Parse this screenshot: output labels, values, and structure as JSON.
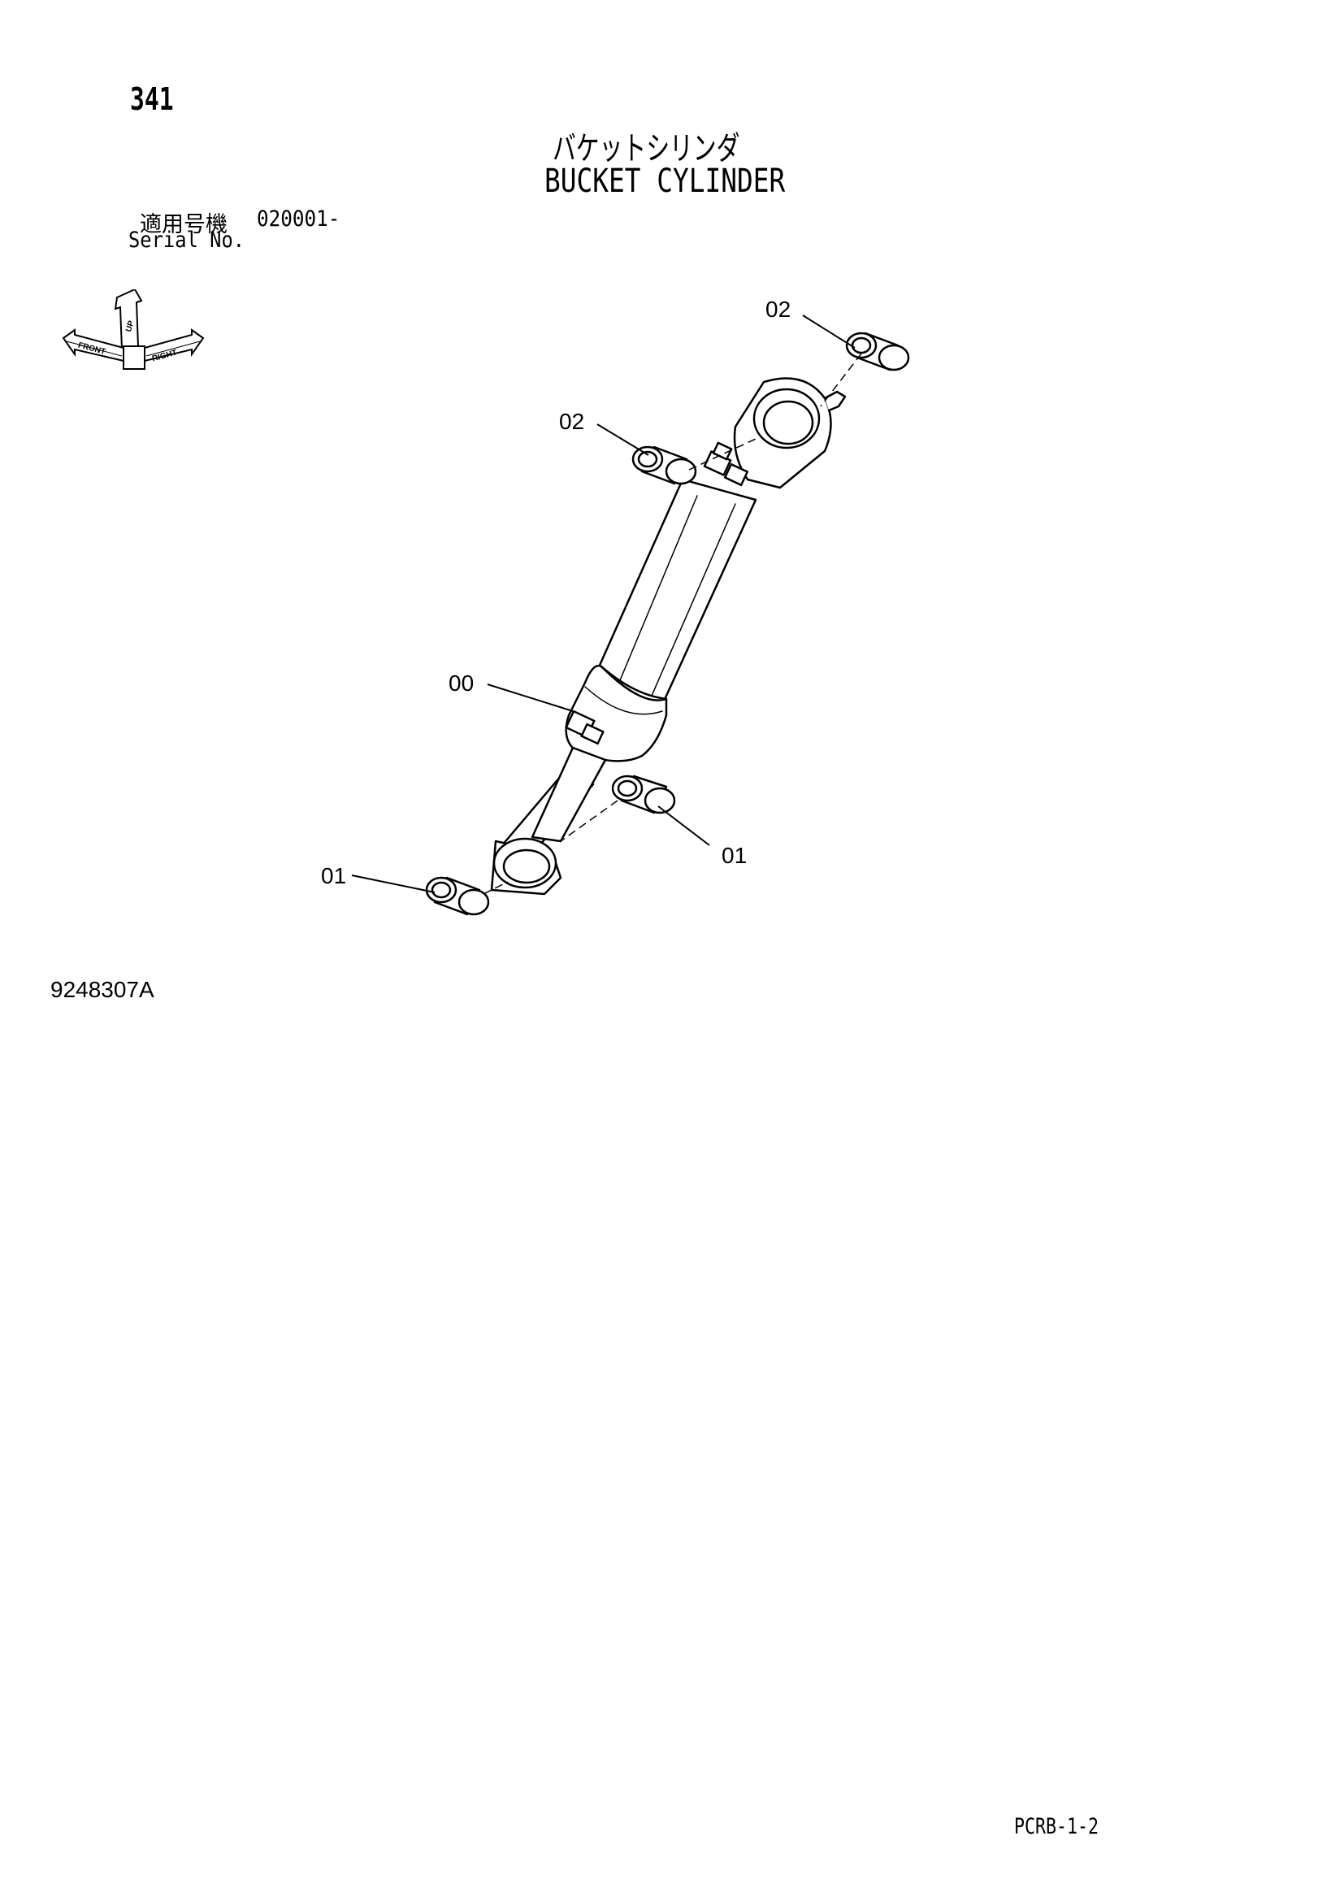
{
  "header": {
    "page_number": "341",
    "title_jp": "バケットシリンダ",
    "title_en": "BUCKET CYLINDER",
    "serial_label_jp": "適用号機",
    "serial_range": "020001-",
    "serial_label_en": "Serial No."
  },
  "orientation_indicator": {
    "up_label": "UP",
    "front_label": "FRONT",
    "right_label": "RIGHT"
  },
  "callouts": {
    "top_right_bushing": "02",
    "top_left_bushing": "02",
    "cylinder_assembly": "00",
    "bottom_right_bushing": "01",
    "bottom_left_bushing": "01"
  },
  "footer": {
    "figure_code": "9248307A",
    "page_code": "PCRB-1-2"
  }
}
